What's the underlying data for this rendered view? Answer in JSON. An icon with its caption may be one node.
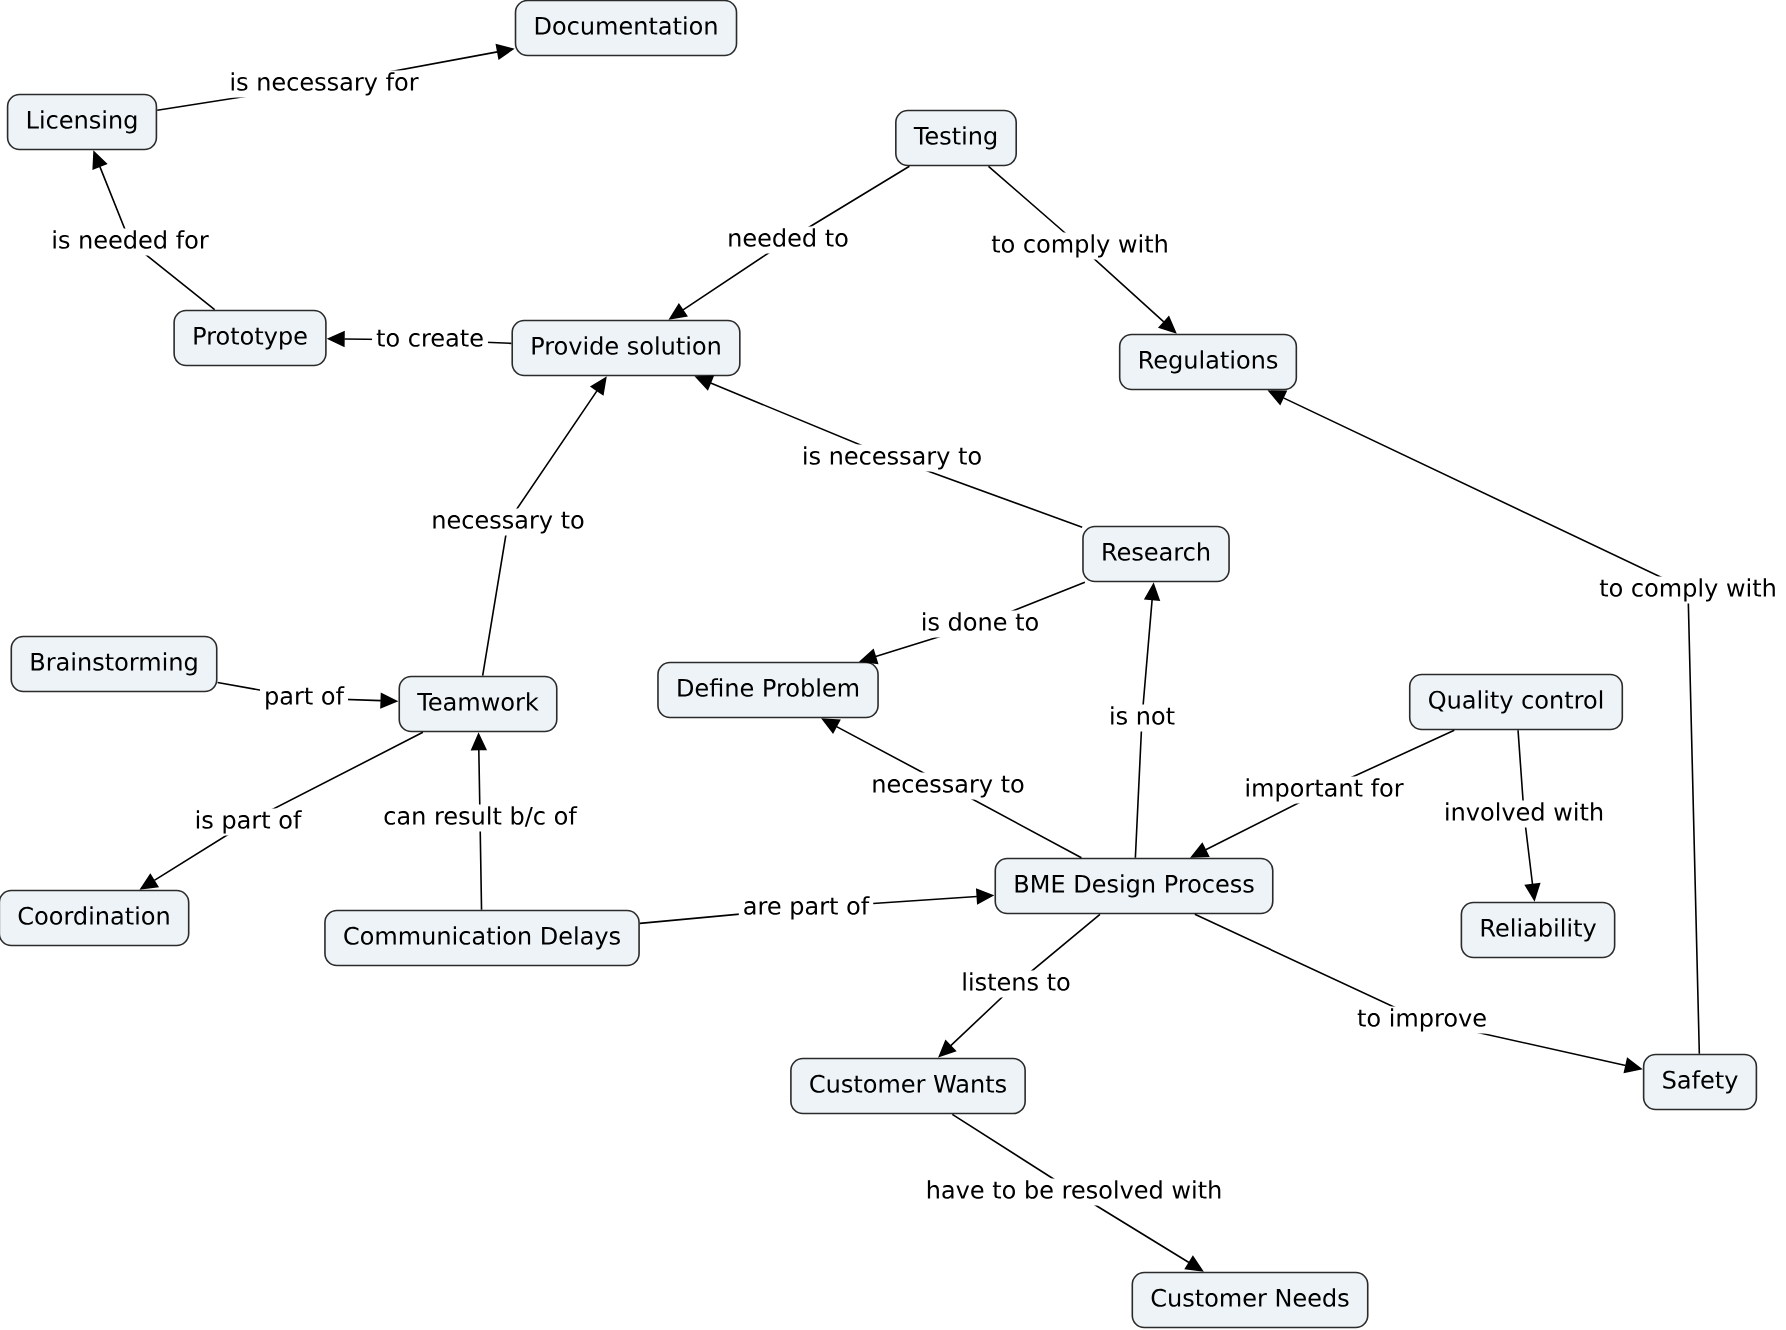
{
  "diagram": {
    "nodes": [
      {
        "text": [
          "Documentation"
        ]
      },
      {
        "text": [
          "Licensing"
        ]
      },
      {
        "text": [
          "Testing"
        ]
      },
      {
        "text": [
          "Prototype"
        ]
      },
      {
        "text": [
          "Provide solution"
        ]
      },
      {
        "text": [
          "Regulations"
        ]
      },
      {
        "text": [
          "Research"
        ]
      },
      {
        "text": [
          "Brainstorming"
        ]
      },
      {
        "text": [
          "Teamwork"
        ]
      },
      {
        "text": [
          "Define Problem"
        ]
      },
      {
        "text": [
          "Quality control"
        ]
      },
      {
        "text": [
          "Coordination"
        ]
      },
      {
        "text": [
          "Communication Delays"
        ]
      },
      {
        "text": [
          "BME Design Process"
        ]
      },
      {
        "text": [
          "Reliability"
        ]
      },
      {
        "text": [
          "Customer Wants"
        ]
      },
      {
        "text": [
          "Safety"
        ]
      },
      {
        "text": [
          "Customer Needs"
        ]
      }
    ],
    "edges": [
      {
        "from": 1,
        "to": 0,
        "arrow": "to",
        "label": "is necessary for"
      },
      {
        "from": 3,
        "to": 1,
        "arrow": "to",
        "label": "is needed for"
      },
      {
        "from": 2,
        "to": 4,
        "arrow": "to",
        "label": "needed to"
      },
      {
        "from": 2,
        "to": 5,
        "arrow": "to",
        "label": "to comply with"
      },
      {
        "from": 4,
        "to": 3,
        "arrow": "to",
        "label": "to create"
      },
      {
        "from": 6,
        "to": 4,
        "arrow": "to",
        "label": "is necessary to"
      },
      {
        "from": 16,
        "to": 5,
        "arrow": "to",
        "label": "to comply with"
      },
      {
        "from": 8,
        "to": 4,
        "arrow": "to",
        "label": "necessary to"
      },
      {
        "from": 6,
        "to": 9,
        "arrow": "to",
        "label": "is done to"
      },
      {
        "from": 7,
        "to": 8,
        "arrow": "to",
        "label": "part of"
      },
      {
        "from": 13,
        "to": 6,
        "arrow": "to",
        "label": "is not"
      },
      {
        "from": 13,
        "to": 9,
        "arrow": "to",
        "label": "necessary to"
      },
      {
        "from": 10,
        "to": 13,
        "arrow": "to",
        "label": "important for"
      },
      {
        "from": 10,
        "to": 14,
        "arrow": "to",
        "label": "involved with"
      },
      {
        "from": 8,
        "to": 11,
        "arrow": "to",
        "label": "is part of"
      },
      {
        "from": 12,
        "to": 8,
        "arrow": "to",
        "label": "can result b/c of"
      },
      {
        "from": 12,
        "to": 13,
        "arrow": "to",
        "label": "are part of"
      },
      {
        "from": 13,
        "to": 15,
        "arrow": "to",
        "label": "listens to"
      },
      {
        "from": 13,
        "to": 16,
        "arrow": "to",
        "label": "to improve"
      },
      {
        "from": 15,
        "to": 17,
        "arrow": "to",
        "label": "have to be resolved with"
      }
    ]
  }
}
